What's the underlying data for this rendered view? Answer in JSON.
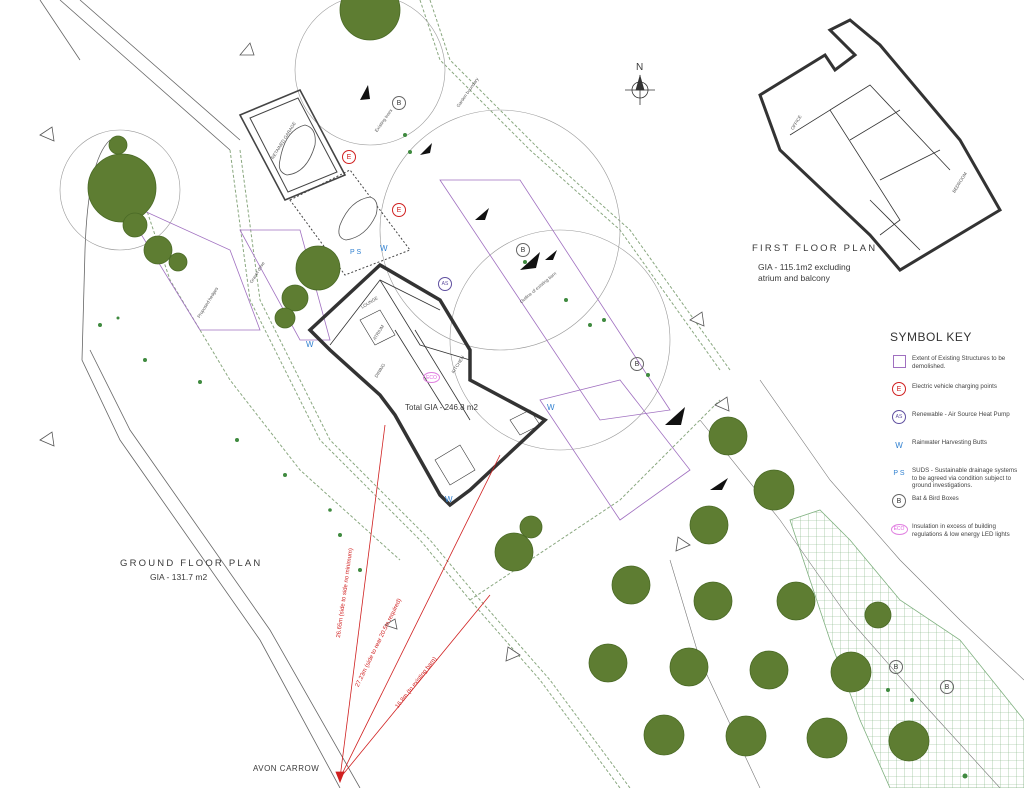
{
  "labels": {
    "north": "N",
    "first_floor_title": "FIRST FLOOR PLAN",
    "first_floor_gia_1": "GIA - 115.1m2 excluding",
    "first_floor_gia_2": "atrium and balcony",
    "ground_floor_title": "GROUND FLOOR PLAN",
    "ground_floor_gia": "GIA - 131.7 m2",
    "total_gia": "Total GIA - 246.8 m2",
    "avon_carrow": "AVON CARROW",
    "garage": "RETAINED GARAGE",
    "dining": "DINING",
    "kitchen": "KITCHEN",
    "lounge": "LOUNGE",
    "atrium": "ATRIUM",
    "proposed_hedges": "Proposed hedges",
    "garden_boundary": "Garden boundary",
    "gravel_drive": "Gravel drive",
    "existing_trees": "Existing trees",
    "outline_existing_barn": "Outline of existing barn",
    "office": "OFFICE",
    "bedroom": "BEDROOM"
  },
  "measurements": {
    "m1": "26.65m (side to side no minimum)",
    "m2": "27.23m (side to rear 20.5m required)",
    "m3": "16.8m (to existing barn)"
  },
  "symbol_key": {
    "title": "SYMBOL KEY",
    "items": [
      {
        "symbol": "",
        "text": "Extent of Existing Structures to be demolished."
      },
      {
        "symbol": "E",
        "text": "Electric vehicle charging points"
      },
      {
        "symbol": "AS",
        "text": "Renewable - Air Source Heat Pump"
      },
      {
        "symbol": "W",
        "text": "Rainwater Harvesting Butts"
      },
      {
        "symbol": "P S",
        "text": "SUDS - Sustainable drainage systems to be agreed via condition subject to ground investigations."
      },
      {
        "symbol": "B",
        "text": "Bat & Bird Boxes"
      },
      {
        "symbol": "ECO",
        "text": "Insulation in excess of building regulations & low energy LED lights"
      }
    ]
  },
  "colors": {
    "tree": "#5e7d32",
    "tree_dark": "#4a6a26",
    "line": "#555555",
    "purple": "#a070c0",
    "red": "#d02020",
    "mesh": "#7fb07f"
  }
}
